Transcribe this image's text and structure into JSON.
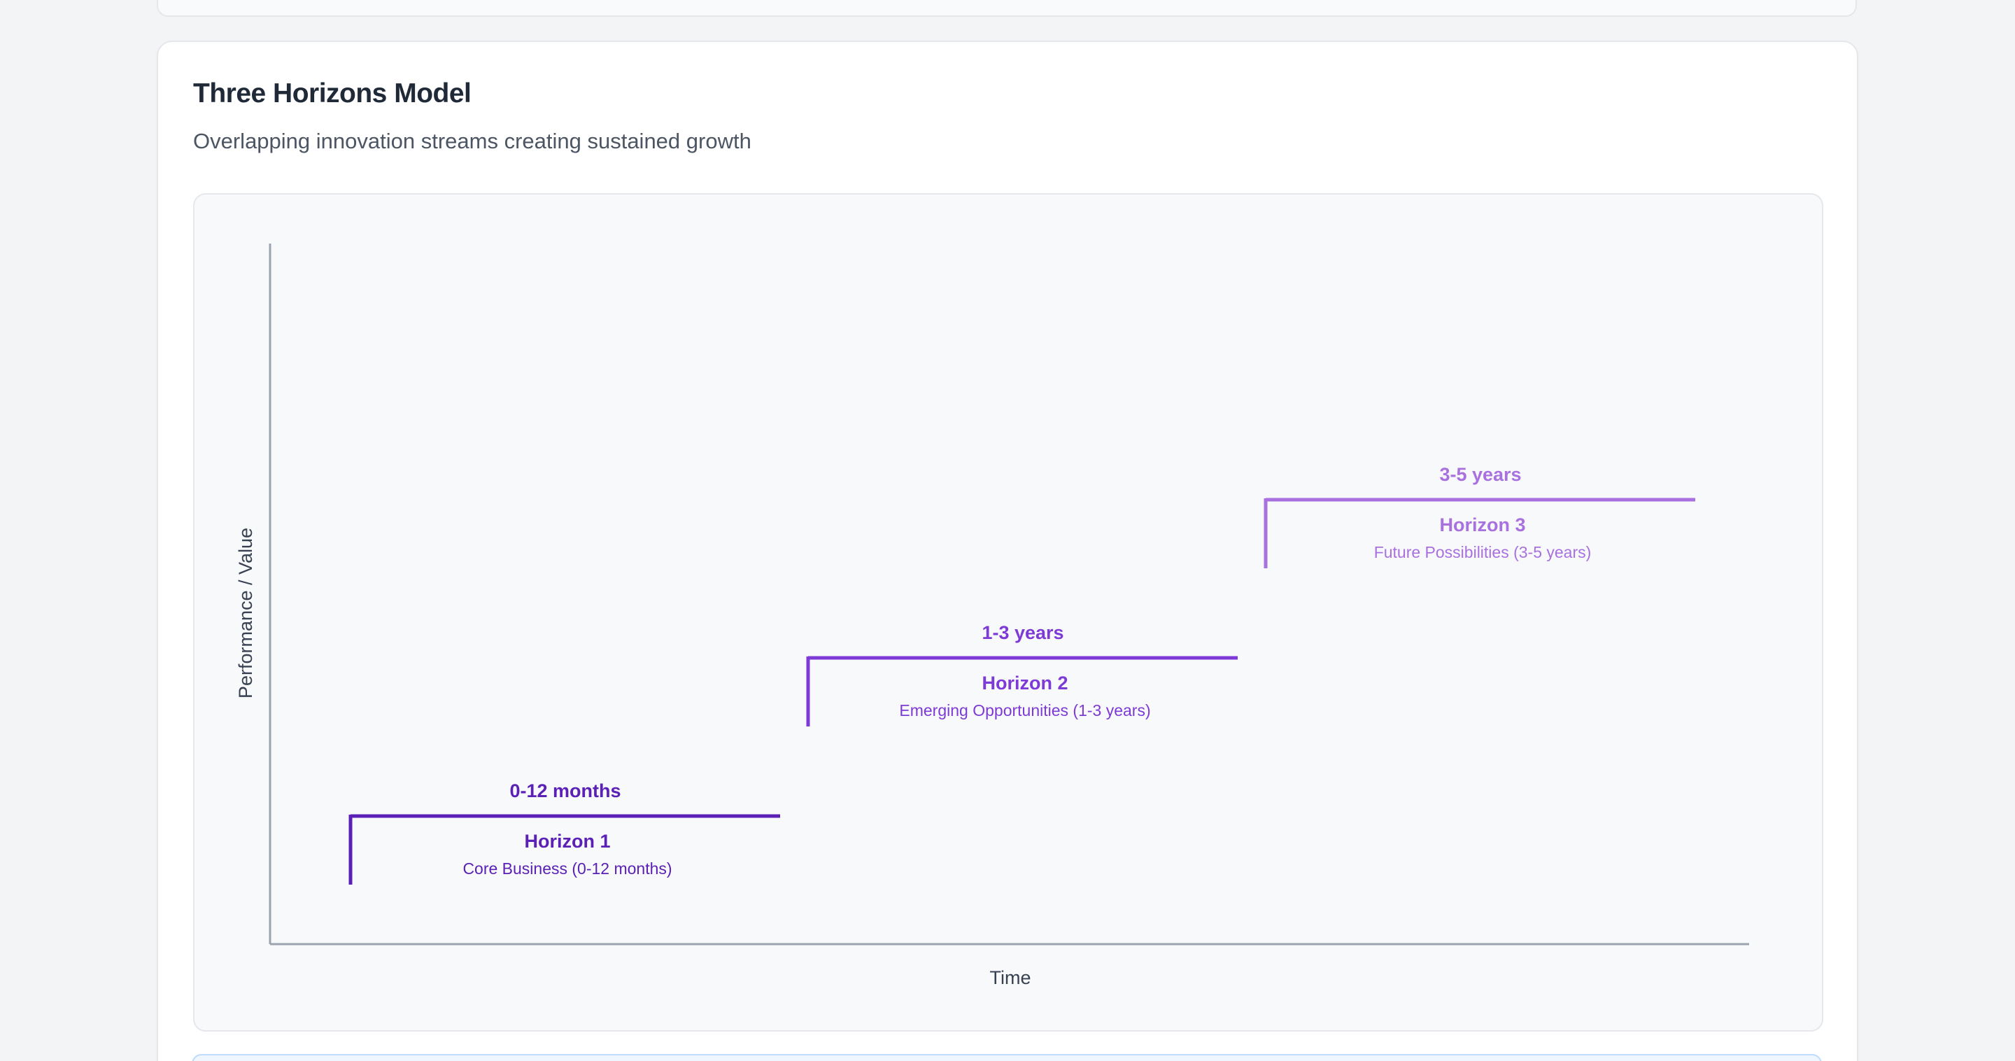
{
  "section": {
    "title": "Three Horizons Model",
    "subtitle": "Overlapping innovation streams creating sustained growth"
  },
  "diagram": {
    "x_axis_label": "Time",
    "y_axis_label": "Performance / Value",
    "horizons": [
      {
        "timeframe": "0-12 months",
        "name": "Horizon 1",
        "description": "Core Business (0-12 months)",
        "color": "#5b21b6"
      },
      {
        "timeframe": "1-3 years",
        "name": "Horizon 2",
        "description": "Emerging Opportunities (1-3 years)",
        "color": "#7e3ad6"
      },
      {
        "timeframe": "3-5 years",
        "name": "Horizon 3",
        "description": "Future Possibilities (3-5 years)",
        "color": "#a970e0"
      }
    ],
    "axis_color": "#9ca3af"
  }
}
